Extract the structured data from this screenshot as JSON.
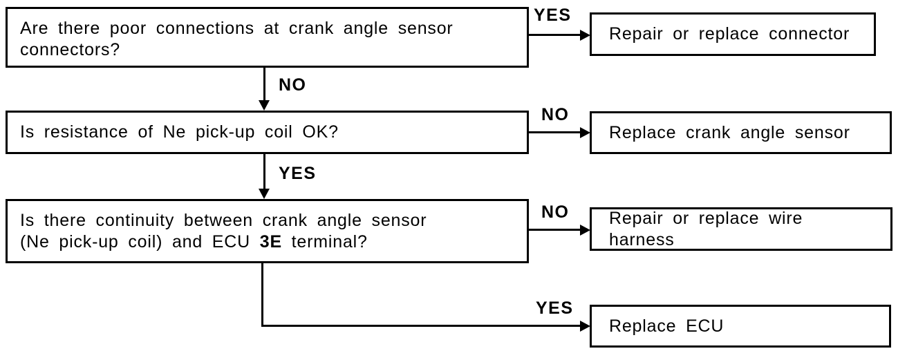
{
  "diagram": {
    "background": "#ffffff",
    "line_color": "#000000",
    "questions": [
      {
        "text": "Are there poor connections at crank angle sensor\nconnectors?"
      },
      {
        "text": "Is resistance of Ne pick-up coil OK?"
      },
      {
        "line1": "Is there continuity between crank angle sensor",
        "line2_pre": "(Ne pick-up coil) and ECU ",
        "line2_bold": "3E",
        "line2_post": " terminal?"
      }
    ],
    "actions": [
      {
        "text": "Repair or replace connector"
      },
      {
        "text": "Replace crank angle sensor"
      },
      {
        "text": "Repair or replace wire harness"
      },
      {
        "text": "Replace ECU"
      }
    ],
    "edge_labels": {
      "q1_yes": "YES",
      "q1_no": "NO",
      "q2_no": "NO",
      "q2_yes": "YES",
      "q3_no": "NO",
      "q3_yes": "YES"
    }
  }
}
